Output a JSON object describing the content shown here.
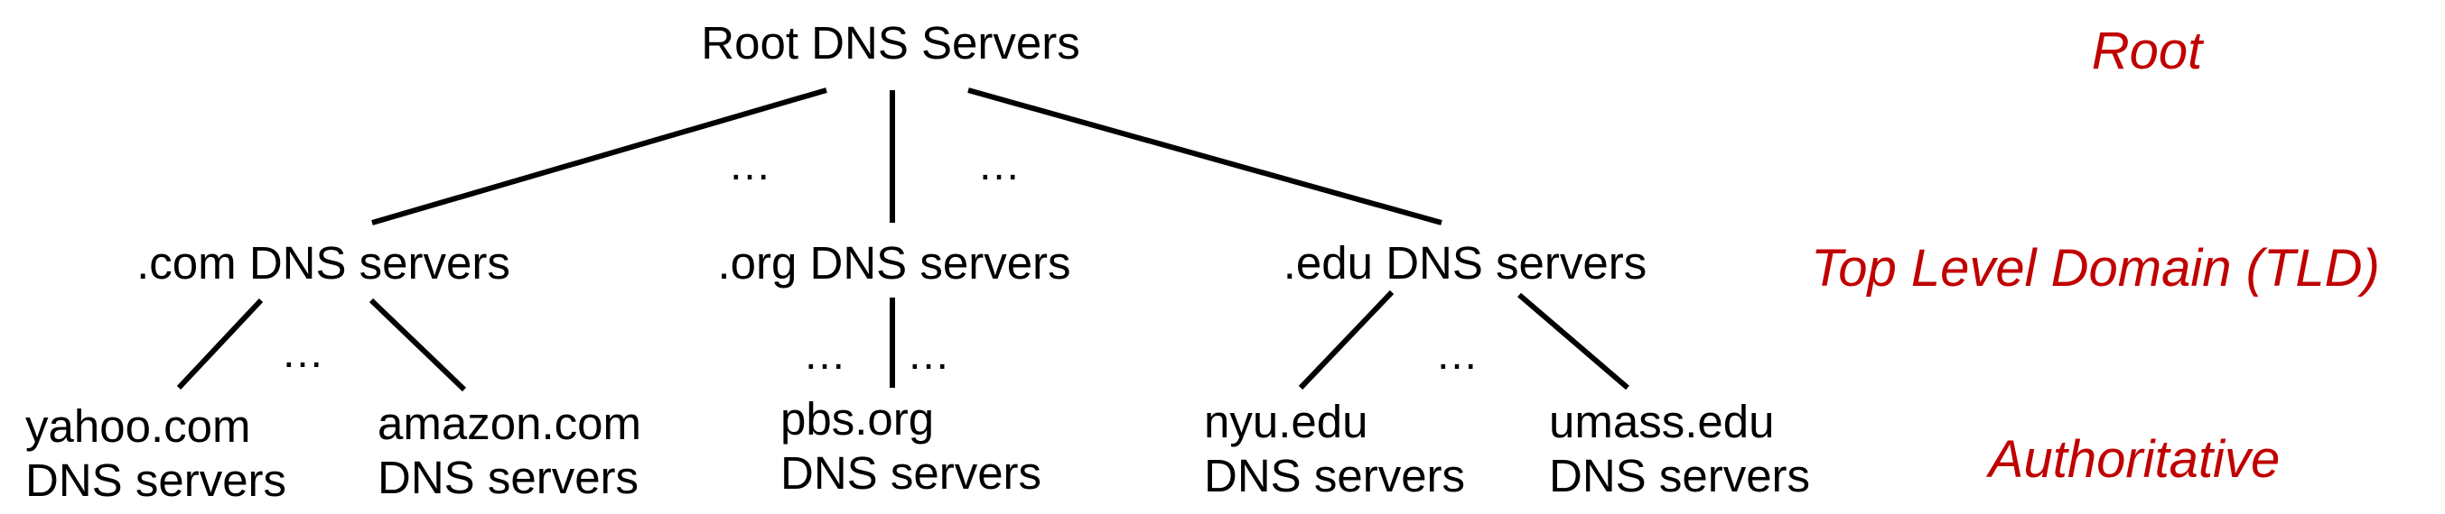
{
  "root": {
    "label": "Root DNS Servers"
  },
  "tld": {
    "com": ".com DNS servers",
    "org": ".org DNS servers",
    "edu": ".edu DNS servers"
  },
  "authoritative": {
    "yahoo": {
      "line1": "yahoo.com",
      "line2": "DNS servers"
    },
    "amazon": {
      "line1": "amazon.com",
      "line2": "DNS servers"
    },
    "pbs": {
      "line1": "pbs.org",
      "line2": "DNS servers"
    },
    "nyu": {
      "line1": "nyu.edu",
      "line2": "DNS servers"
    },
    "umass": {
      "line1": "umass.edu",
      "line2": "DNS servers"
    }
  },
  "ellipsis": "…",
  "tiers": {
    "root": "Root",
    "tld": "Top Level Domain (TLD)",
    "authoritative": "Authoritative"
  },
  "colors": {
    "tier_label": "#c00000",
    "text": "#000000",
    "line": "#000000"
  }
}
